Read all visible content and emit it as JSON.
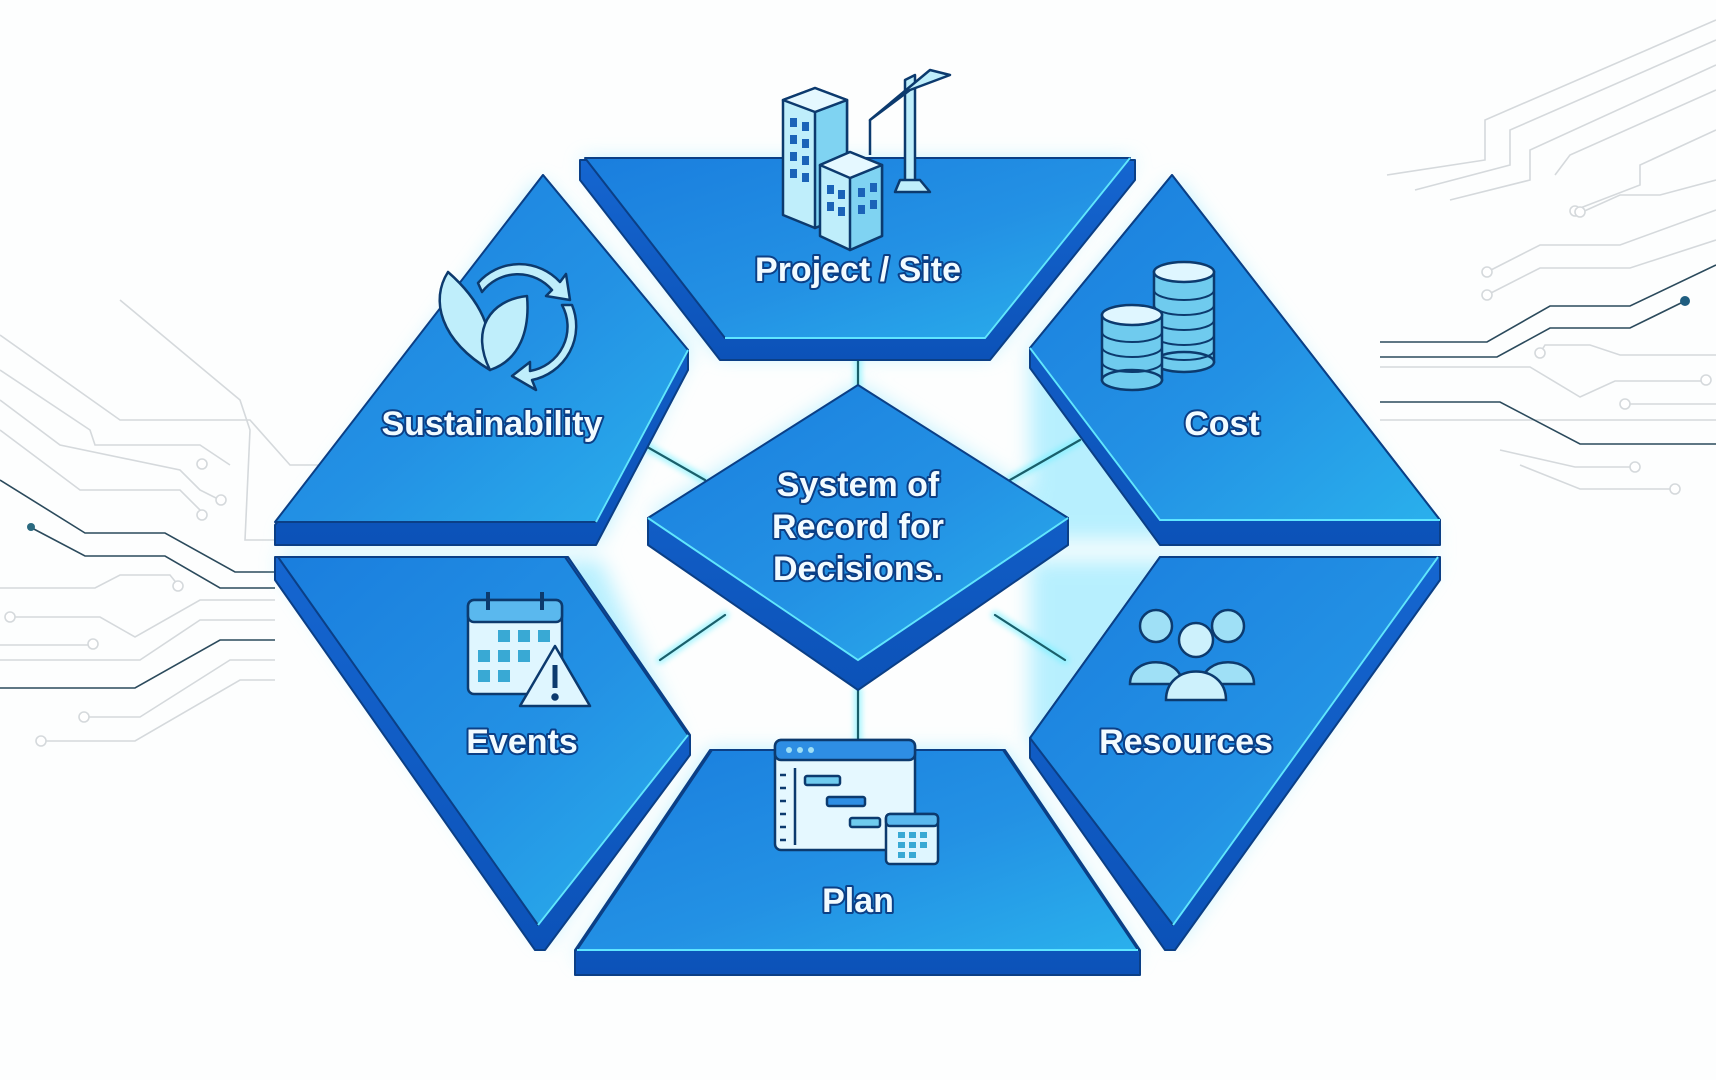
{
  "diagram": {
    "type": "hub-and-spoke",
    "center": {
      "id": "hub",
      "lines": [
        "System of",
        "Record for",
        "Decisions."
      ]
    },
    "segments": [
      {
        "id": "project-site",
        "label": "Project / Site",
        "icon": "buildings-crane-icon"
      },
      {
        "id": "cost",
        "label": "Cost",
        "icon": "coin-stacks-icon"
      },
      {
        "id": "resources",
        "label": "Resources",
        "icon": "people-group-icon"
      },
      {
        "id": "plan",
        "label": "Plan",
        "icon": "gantt-calendar-icon"
      },
      {
        "id": "events",
        "label": "Events",
        "icon": "calendar-warning-icon"
      },
      {
        "id": "sustainability",
        "label": "Sustainability",
        "icon": "leaf-recycle-icon"
      }
    ],
    "connections": [
      [
        "hub",
        "project-site"
      ],
      [
        "hub",
        "cost"
      ],
      [
        "hub",
        "resources"
      ],
      [
        "hub",
        "plan"
      ],
      [
        "hub",
        "events"
      ],
      [
        "hub",
        "sustainability"
      ]
    ]
  },
  "colors": {
    "tile_top": "#1f86e0",
    "tile_top_light": "#2aa6ea",
    "tile_side": "#0f5cc4",
    "edge_glow": "#4fe0ff",
    "icon_fill": "#bfeefb",
    "icon_stroke": "#0c3a6e",
    "circuit_light": "#d3d8dc",
    "circuit_dark": "#2b4a5c",
    "background": "#fdfefe"
  }
}
